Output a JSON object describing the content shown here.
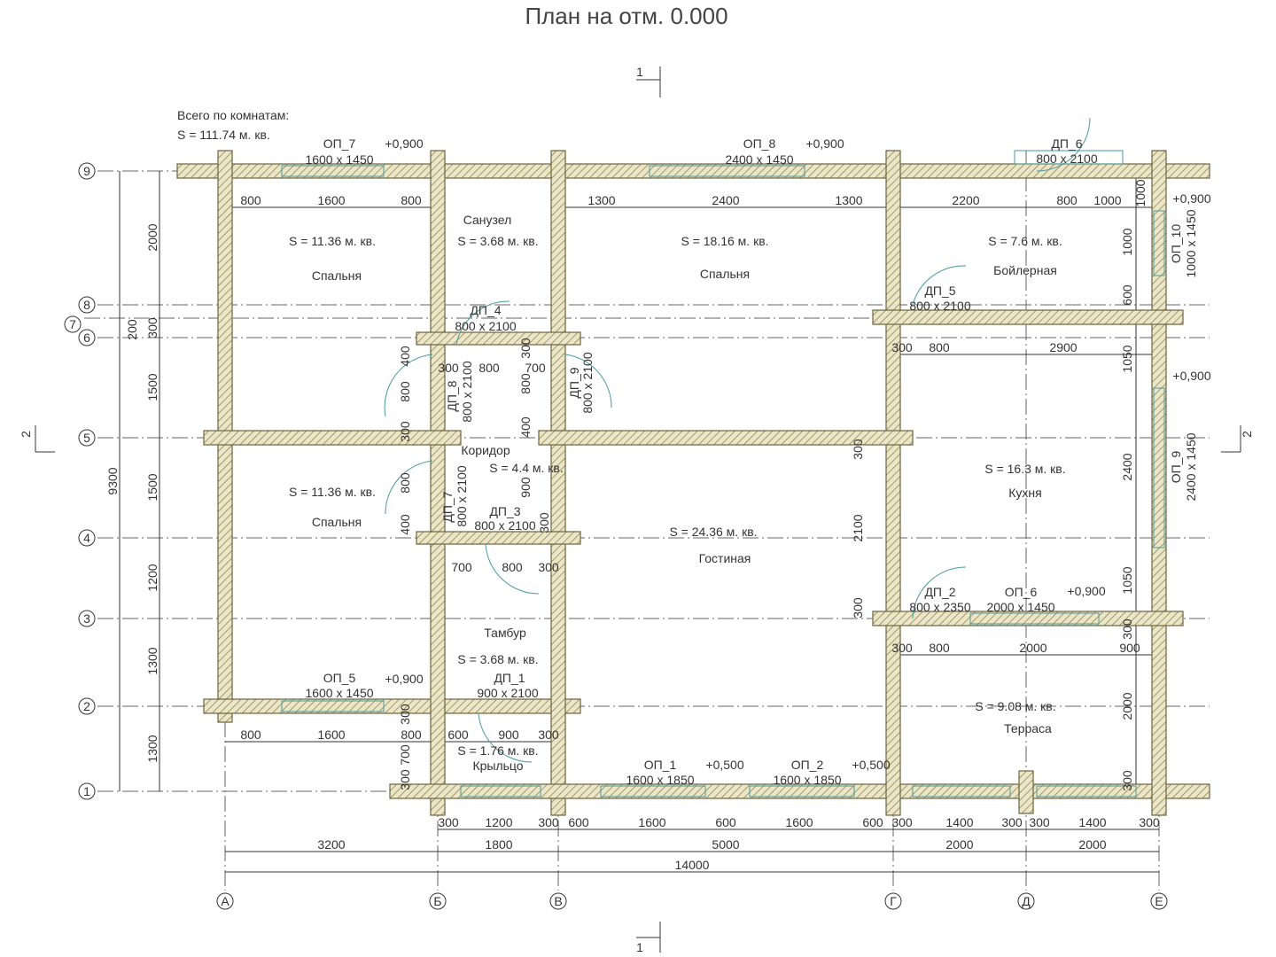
{
  "title": "План на отм. 0.000",
  "summary": {
    "label": "Всего по комнатам:",
    "total": "S  =  111.74 м. кв."
  },
  "section_marks": {
    "s1": "1",
    "s2": "2"
  },
  "axes_x": [
    "А",
    "Б",
    "В",
    "Г",
    "Д",
    "Е"
  ],
  "axes_y": [
    "9",
    "8",
    "7",
    "6",
    "5",
    "4",
    "3",
    "2",
    "1"
  ],
  "rooms": [
    {
      "name": "Спальня",
      "area": "S  =  11.36 м. кв."
    },
    {
      "name": "Санузел",
      "area": "S  =  3.68 м. кв."
    },
    {
      "name": "Спальня",
      "area": "S  =  18.16 м. кв."
    },
    {
      "name": "Бойлерная",
      "area": "S  =  7.6 м. кв."
    },
    {
      "name": "Кухня",
      "area": "S  =  16.3 м. кв."
    },
    {
      "name": "Спальня",
      "area": "S  =  11.36 м. кв."
    },
    {
      "name": "Коридор",
      "area": "S  =  4.4 м. кв."
    },
    {
      "name": "Гостиная",
      "area": "S  =  24.36 м. кв."
    },
    {
      "name": "Тамбур",
      "area": "S  =  3.68 м. кв."
    },
    {
      "name": "Терраса",
      "area": "S  =  9.08 м. кв."
    },
    {
      "name": "Крыльцо",
      "area": "S  =  1.76 м. кв."
    }
  ],
  "openings": [
    {
      "id": "ОП_7",
      "size": "1600 x 1450",
      "mark": "+0,900"
    },
    {
      "id": "ОП_8",
      "size": "2400 x 1450",
      "mark": "+0,900"
    },
    {
      "id": "ДП_6",
      "size": "800 x 2100"
    },
    {
      "id": "ОП_10",
      "size": "1000 x 1450",
      "mark": "+0,900"
    },
    {
      "id": "ДП_5",
      "size": "800 x 2100"
    },
    {
      "id": "ДП_4",
      "size": "800 x 2100"
    },
    {
      "id": "ДП_8",
      "size": "800 x 2100"
    },
    {
      "id": "ДП_9",
      "size": "800 x 2100"
    },
    {
      "id": "ДП_7",
      "size": "800 x 2100"
    },
    {
      "id": "ДП_3",
      "size": "800 x 2100"
    },
    {
      "id": "ОП_9",
      "size": "2400 x 1450",
      "mark": "+0,900"
    },
    {
      "id": "ДП_2",
      "size": "800 x 2350"
    },
    {
      "id": "ОП_6",
      "size": "2000 x 1450",
      "mark": "+0,900"
    },
    {
      "id": "ОП_5",
      "size": "1600 x 1450",
      "mark": "+0,900"
    },
    {
      "id": "ДП_1",
      "size": "900 x 2100"
    },
    {
      "id": "ОП_1",
      "size": "1600 x 1850",
      "mark": "+0,500"
    },
    {
      "id": "ОП_2",
      "size": "1600 x 1850",
      "mark": "+0,500"
    }
  ],
  "dims_h": [
    "800",
    "1600",
    "800",
    "1300",
    "2400",
    "1300",
    "2200",
    "800",
    "1000",
    "300",
    "800",
    "2900",
    "300",
    "800",
    "700",
    "700",
    "800",
    "300",
    "300",
    "800",
    "2000",
    "900",
    "800",
    "1600",
    "800",
    "600",
    "900",
    "300",
    "300",
    "1200",
    "300",
    "600",
    "1600",
    "600",
    "1600",
    "600",
    "300",
    "1400",
    "300",
    "300",
    "1400",
    "300",
    "3200",
    "1800",
    "5000",
    "2000",
    "2000",
    "14000"
  ],
  "dims_v": [
    "2000",
    "1500",
    "1500",
    "1200",
    "1300",
    "1300",
    "200",
    "300",
    "9300",
    "1000",
    "600",
    "1050",
    "2400",
    "1050",
    "300",
    "2000",
    "300",
    "400",
    "800",
    "300",
    "800",
    "400",
    "300",
    "800",
    "400",
    "900",
    "300",
    "300",
    "2100",
    "300",
    "300",
    "700",
    "300",
    "1000"
  ]
}
